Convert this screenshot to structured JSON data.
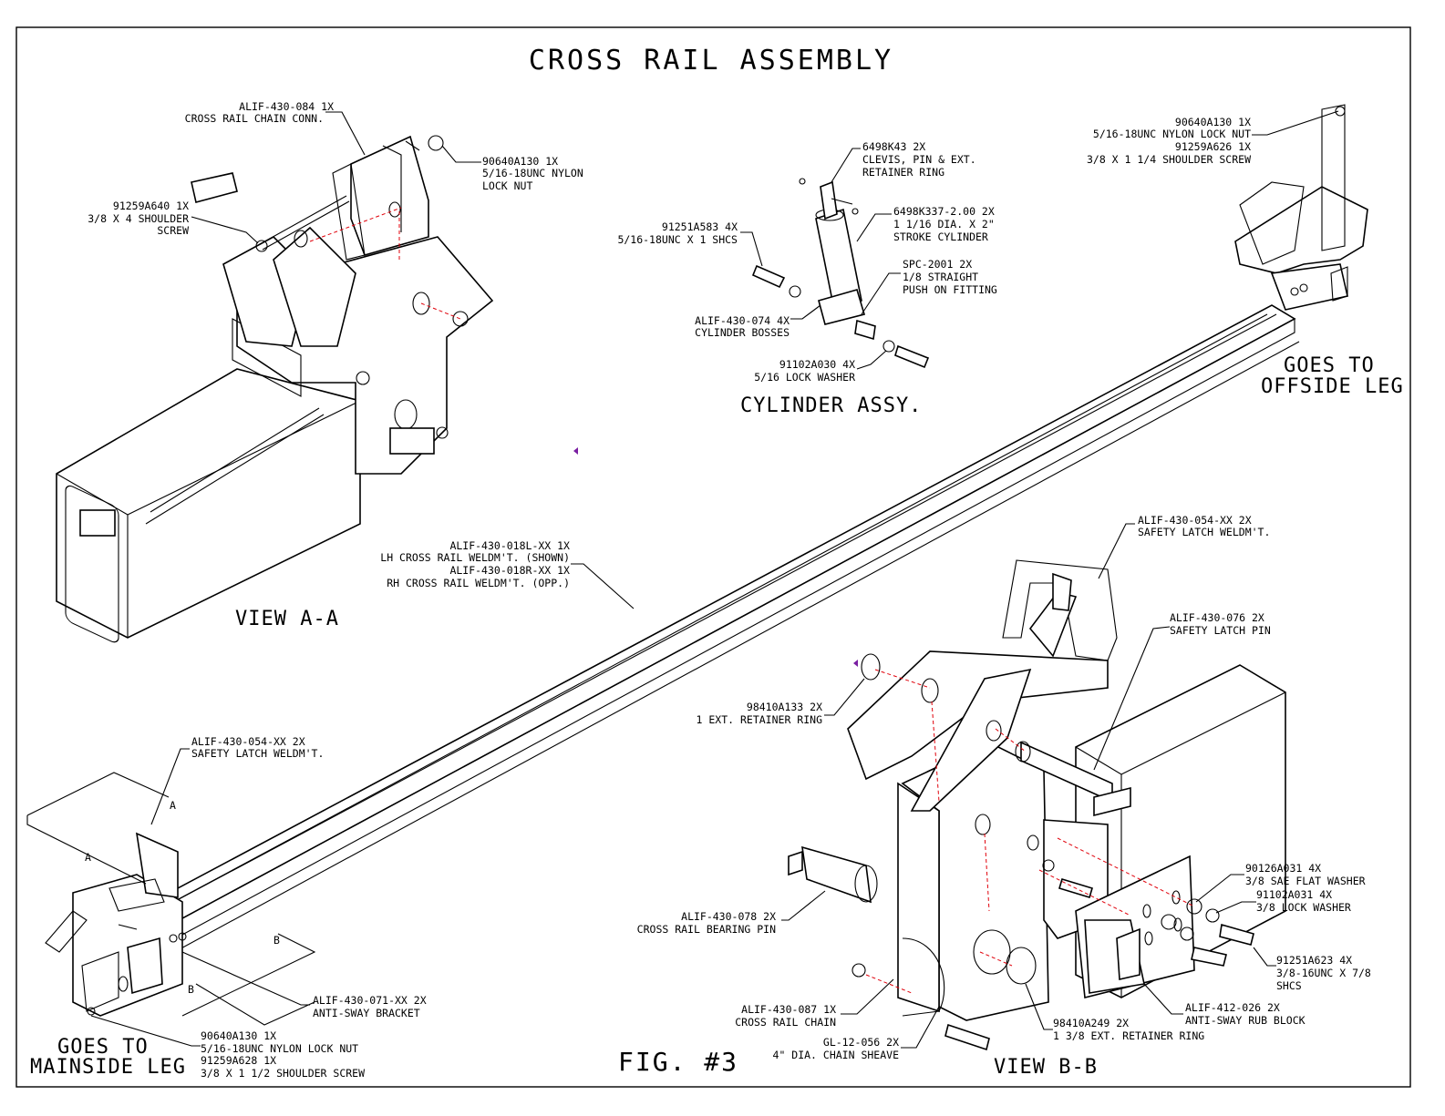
{
  "title": "CROSS RAIL ASSEMBLY",
  "figure_label": "FIG. #3",
  "views": {
    "view_a": "VIEW A-A",
    "view_b": "VIEW B-B",
    "cylinder": "CYLINDER ASSY.",
    "offside": [
      "GOES TO",
      "OFFSIDE LEG"
    ],
    "mainside": [
      "GOES TO",
      "MAINSIDE LEG"
    ]
  },
  "section_markers": {
    "a": "A",
    "b": "B"
  },
  "callouts": {
    "chain_conn": [
      "ALIF-430-084  1X",
      "CROSS RAIL CHAIN CONN."
    ],
    "nut_a": [
      "90640A130  1X",
      "5/16-18UNC NYLON",
      "LOCK NUT"
    ],
    "shoulder_a": [
      "91259A640  1X",
      "3/8 X 4 SHOULDER",
      "SCREW"
    ],
    "clevis": [
      "6498K43  2X",
      "CLEVIS, PIN & EXT.",
      "RETAINER RING"
    ],
    "cylinder": [
      "6498K337-2.00  2X",
      "1 1/16 DIA. X 2\"",
      "STROKE CYLINDER"
    ],
    "shcs": [
      "91251A583  4X",
      "5/16-18UNC X 1 SHCS"
    ],
    "fitting": [
      "SPC-2001  2X",
      "1/8 STRAIGHT",
      "PUSH ON FITTING"
    ],
    "bosses": [
      "ALIF-430-074  4X",
      "CYLINDER BOSSES"
    ],
    "lock_washer": [
      "91102A030  4X",
      "5/16 LOCK WASHER"
    ],
    "offside_hw": [
      "90640A130  1X",
      "5/16-18UNC NYLON LOCK NUT",
      "91259A626  1X",
      "3/8 X 1 1/4 SHOULDER SCREW"
    ],
    "rail": [
      "ALIF-430-018L-XX  1X",
      "LH CROSS RAIL WELDM'T. (SHOWN)",
      "ALIF-430-018R-XX  1X",
      "RH CROSS RAIL WELDM'T. (OPP.)"
    ],
    "latch_b": [
      "ALIF-430-054-XX  2X",
      "SAFETY LATCH WELDM'T."
    ],
    "latch_pin": [
      "ALIF-430-076  2X",
      "SAFETY LATCH PIN"
    ],
    "retainer_b": [
      "98410A133  2X",
      "1 EXT. RETAINER RING"
    ],
    "latch_left": [
      "ALIF-430-054-XX  2X",
      "SAFETY LATCH WELDM'T."
    ],
    "flat_washer": [
      "90126A031  4X",
      "3/8 SAE FLAT WASHER"
    ],
    "lock_washer_b": [
      "91102A031  4X",
      "3/8 LOCK WASHER"
    ],
    "bearing_pin": [
      "ALIF-430-078  2X",
      "CROSS RAIL BEARING PIN"
    ],
    "shcs_b": [
      "91251A623  4X",
      "3/8-16UNC X 7/8",
      "SHCS"
    ],
    "anti_sway": [
      "ALIF-430-071-XX  2X",
      "ANTI-SWAY BRACKET"
    ],
    "chain": [
      "ALIF-430-087  1X",
      "CROSS RAIL CHAIN"
    ],
    "rub_block": [
      "ALIF-412-026  2X",
      "ANTI-SWAY RUB BLOCK"
    ],
    "retainer_big": [
      "98410A249  2X",
      "1 3/8 EXT. RETAINER RING"
    ],
    "sheave": [
      "GL-12-056  2X",
      "4\" DIA. CHAIN SHEAVE"
    ],
    "mainside_hw": [
      "90640A130  1X",
      "5/16-18UNC NYLON LOCK NUT",
      "91259A628  1X",
      "3/8 X 1 1/2 SHOULDER SCREW"
    ]
  },
  "colors": {
    "line": "#000000",
    "hidden_line": "#e0000a",
    "background": "#ffffff",
    "marker": "#7a1fa2"
  }
}
